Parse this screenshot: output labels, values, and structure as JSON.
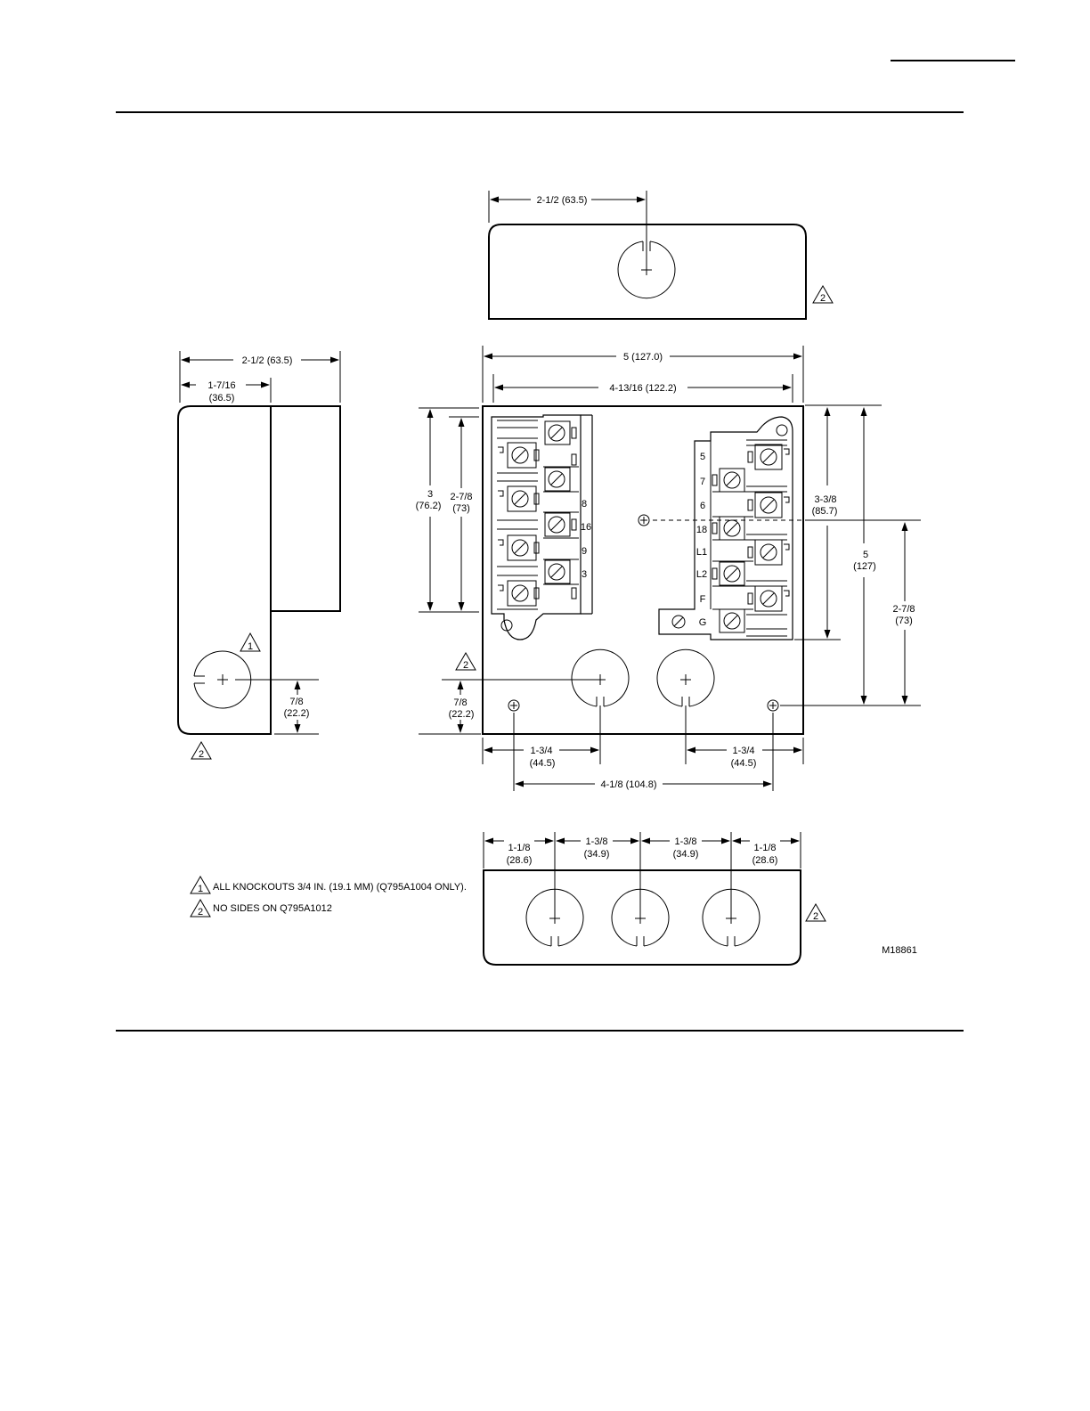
{
  "figure_id": "M18861",
  "top_view": {
    "dim_hole": "2-1/2 (63.5)",
    "note_marker": "2"
  },
  "side_view": {
    "dim_width": "2-1/2 (63.5)",
    "dim_offset_a": "1-7/16",
    "dim_offset_b": "(36.5)",
    "dim_hole_a": "7/8",
    "dim_hole_b": "(22.2)",
    "note_marker_1": "1",
    "note_marker_2": "2"
  },
  "front_view": {
    "dim_overall_width": "5 (127.0)",
    "dim_inner_width": "4-13/16 (122.2)",
    "dim_left_height_a": "3",
    "dim_left_height_b": "(76.2)",
    "dim_left_inner_a": "2-7/8",
    "dim_left_inner_b": "(73)",
    "dim_right_upper_a": "3-3/8",
    "dim_right_upper_b": "(85.7)",
    "dim_right_total_a": "5",
    "dim_right_total_b": "(127)",
    "dim_right_lower_a": "2-7/8",
    "dim_right_lower_b": "(73)",
    "dim_bottom_hole_a": "7/8",
    "dim_bottom_hole_b": "(22.2)",
    "dim_left_spacing_a": "1-3/4",
    "dim_left_spacing_b": "(44.5)",
    "dim_right_spacing_a": "1-3/4",
    "dim_right_spacing_b": "(44.5)",
    "dim_mount_holes": "4-1/8 (104.8)",
    "left_terminal_labels": [
      "8",
      "16",
      "9",
      "3"
    ],
    "right_terminal_labels": [
      "5",
      "7",
      "6",
      "18",
      "L1",
      "L2",
      "F",
      "G"
    ],
    "note_marker": "2"
  },
  "bottom_view": {
    "dims": [
      {
        "a": "1-1/8",
        "b": "(28.6)"
      },
      {
        "a": "1-3/8",
        "b": "(34.9)"
      },
      {
        "a": "1-3/8",
        "b": "(34.9)"
      },
      {
        "a": "1-1/8",
        "b": "(28.6)"
      }
    ],
    "note_marker": "2"
  },
  "notes": [
    {
      "marker": "1",
      "text": "ALL KNOCKOUTS 3/4 IN. (19.1 MM) (Q795A1004 ONLY)."
    },
    {
      "marker": "2",
      "text": "NO SIDES ON Q795A1012"
    }
  ]
}
